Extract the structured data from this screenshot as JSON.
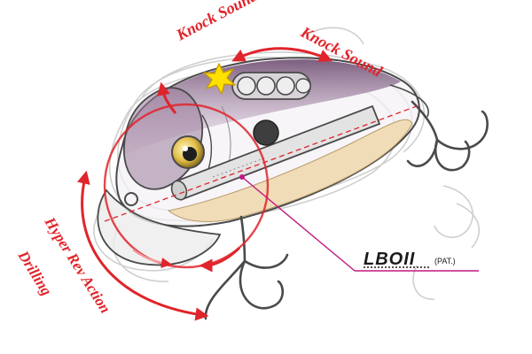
{
  "labels": {
    "knock_sound_top": "Knock Sound",
    "knock_sound_right": "Knock Sound",
    "rev_line1": "Hyper Rev Action",
    "rev_line2": "Drilling"
  },
  "brand": {
    "logo_text": "LBOII",
    "pat": "(PAT.)"
  },
  "colors": {
    "accent_red": "#e0242b",
    "callout_magenta": "#c2177f",
    "burst_yellow": "#ffe100",
    "lure_purple": "#8e6e8e",
    "lure_belly": "#f1dcb8",
    "outline": "#4a4a4a"
  },
  "icons": {
    "burst": "spark-burst-icon",
    "hook": "treble-hook-icon"
  }
}
